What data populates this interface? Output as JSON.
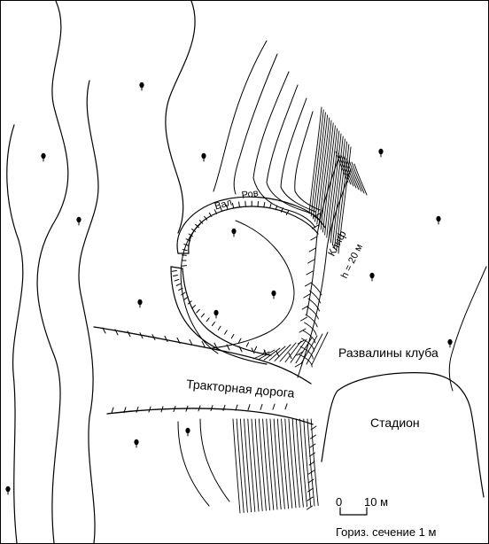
{
  "map": {
    "labels": {
      "rov": "Ров",
      "val": "Вал",
      "cliff": "Клиф",
      "cliff_height": "h = 20 м",
      "ruins": "Развалины клуба",
      "road": "Тракторная дорога",
      "stadium": "Стадион"
    },
    "scale_bar": {
      "start": "0",
      "end": "10 м",
      "contour_interval": "Гориз. сечение 1 м"
    },
    "symbols": {
      "tree": "tree-icon"
    },
    "colors": {
      "ink": "#000000",
      "paper": "#ffffff"
    }
  }
}
